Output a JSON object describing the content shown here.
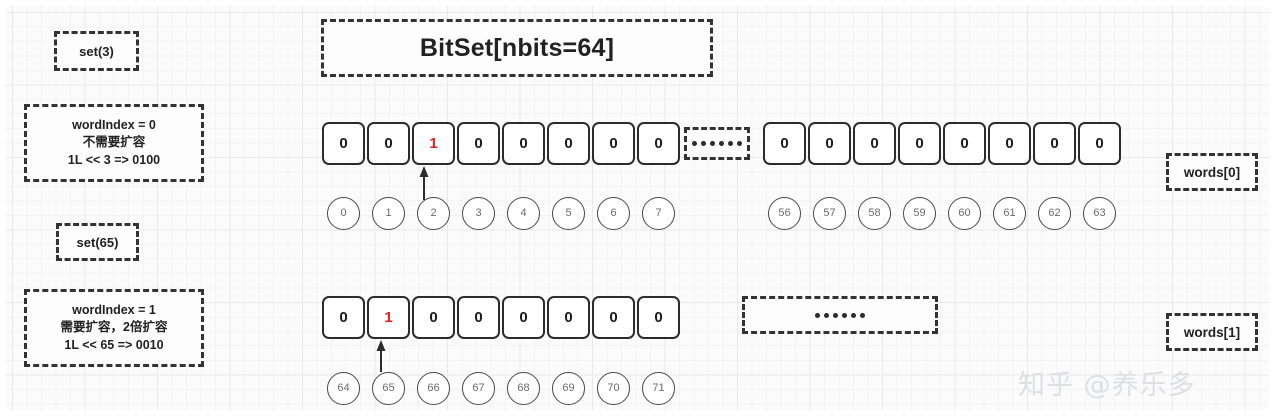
{
  "title": {
    "text": "BitSet[nbits=64]"
  },
  "left_notes": [
    {
      "name": "set3",
      "label": "set(3)"
    },
    {
      "name": "note0",
      "lines": "wordIndex = 0\n不需要扩容\n1L << 3 => 0100"
    },
    {
      "name": "set65",
      "label": "set(65)"
    },
    {
      "name": "note1",
      "lines": "wordIndex = 1\n需要扩容，2倍扩容\n1L << 65 => 0010"
    }
  ],
  "right_labels": [
    {
      "name": "words0",
      "label": "words[0]"
    },
    {
      "name": "words1",
      "label": "words[1]"
    }
  ],
  "ellipsis": {
    "top": "......",
    "bottom": "......",
    "dot_count": 6
  },
  "rows": [
    {
      "name": "word0",
      "left_group": {
        "bits": [
          "0",
          "0",
          "1",
          "0",
          "0",
          "0",
          "0",
          "0"
        ],
        "indices": [
          "0",
          "1",
          "2",
          "3",
          "4",
          "5",
          "6",
          "7"
        ],
        "highlight_index": 2
      },
      "right_group": {
        "bits": [
          "0",
          "0",
          "0",
          "0",
          "0",
          "0",
          "0",
          "0"
        ],
        "indices": [
          "56",
          "57",
          "58",
          "59",
          "60",
          "61",
          "62",
          "63"
        ],
        "highlight_index": -1
      }
    },
    {
      "name": "word1",
      "left_group": {
        "bits": [
          "0",
          "1",
          "0",
          "0",
          "0",
          "0",
          "0",
          "0"
        ],
        "indices": [
          "64",
          "65",
          "66",
          "67",
          "68",
          "69",
          "70",
          "71"
        ],
        "highlight_index": 1
      }
    }
  ],
  "colors": {
    "highlight": "#e8201c",
    "stroke": "#2c2c2c",
    "grid_minor": "#f3f3f4",
    "grid_major": "#e9e9ea",
    "watermark": "#dddfe2"
  },
  "watermark": {
    "text": "知乎 @养乐多"
  }
}
